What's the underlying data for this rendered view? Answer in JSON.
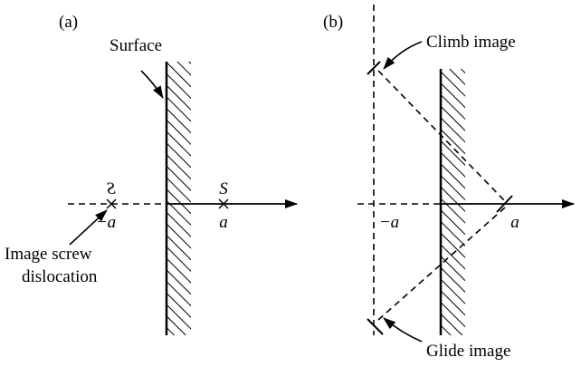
{
  "panels": {
    "a": {
      "tag": "(a)",
      "surface_label": "Surface",
      "image_symbol": "S",
      "source_symbol": "S",
      "neg_a": "−a",
      "pos_a": "a",
      "image_label_line1": "Image screw",
      "image_label_line2": "dislocation"
    },
    "b": {
      "tag": "(b)",
      "climb_label": "Climb image",
      "glide_label": "Glide image",
      "neg_a": "−a",
      "pos_a": "a"
    }
  },
  "colors": {
    "ink": "#000000",
    "background": "#ffffff"
  }
}
